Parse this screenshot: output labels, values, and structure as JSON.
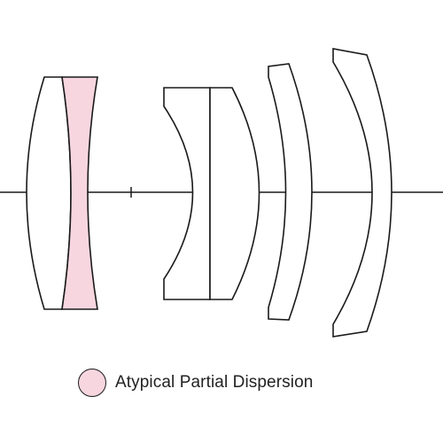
{
  "diagram": {
    "type": "lens-element-cross-section",
    "stroke_color": "#1a1a1a",
    "lens_fill": "#ffffff",
    "highlight_fill": "#f7d6e0",
    "elements": [
      {
        "name": "element-1",
        "highlighted": false
      },
      {
        "name": "element-2",
        "highlighted": true
      },
      {
        "name": "element-3",
        "highlighted": false
      },
      {
        "name": "element-4",
        "highlighted": false
      },
      {
        "name": "element-5",
        "highlighted": false
      },
      {
        "name": "element-6",
        "highlighted": false
      }
    ]
  },
  "legend": {
    "label": "Atypical Partial Dispersion",
    "swatch_color": "#f7d6e0"
  }
}
